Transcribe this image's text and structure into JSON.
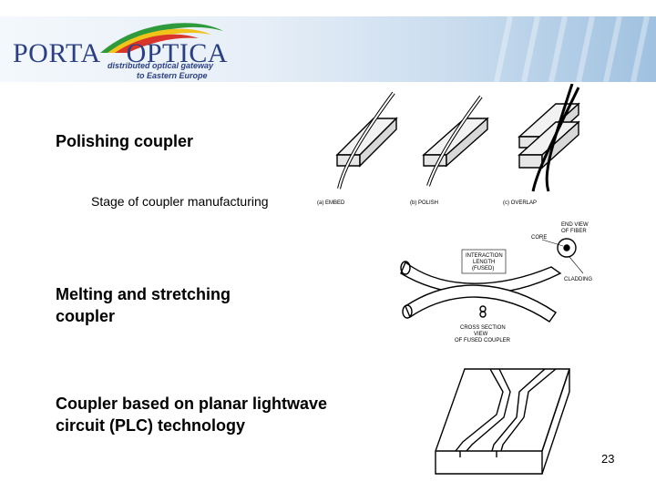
{
  "header": {
    "logo_part1": "PORTA",
    "logo_part2": "OPTICA",
    "tagline_line1": "distributed optical gateway",
    "tagline_line2": "to Eastern Europe"
  },
  "slide": {
    "heading_polishing": "Polishing coupler",
    "subtext_polishing": "Stage of coupler manufacturing",
    "heading_melting_line1": "Melting and stretching",
    "heading_melting_line2": "coupler",
    "heading_plc_line1": "Coupler based on planar lightwave",
    "heading_plc_line2": "circuit (PLC) technology",
    "page_number": "23"
  },
  "figure_polish": {
    "label_a": "(a) EMBED",
    "label_b": "(b) POLISH",
    "label_c": "(c) OVERLAP"
  },
  "figure_fused": {
    "label_end_view_1": "END VIEW",
    "label_end_view_2": "OF FIBER",
    "label_core": "CORE",
    "label_cladding": "CLADDING",
    "label_interaction_1": "INTERACTION",
    "label_interaction_2": "LENGTH",
    "label_interaction_3": "(FUSED)",
    "label_cross_1": "CROSS SECTION",
    "label_cross_2": "VIEW",
    "label_cross_3": "OF FUSED COUPLER"
  }
}
